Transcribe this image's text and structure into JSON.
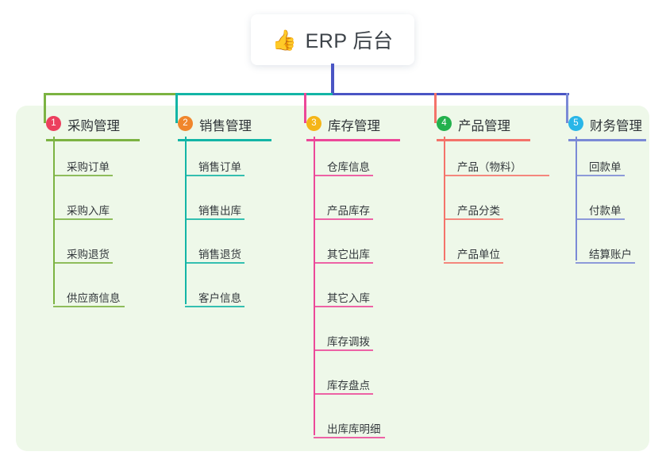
{
  "root": {
    "icon": "thumbs-up-icon",
    "emoji": "👍",
    "title": "ERP 后台"
  },
  "palette": {
    "panel_bg": "#eef8e9",
    "page_bg": "#ffffff",
    "root_text": "#3c4248",
    "trunk": "#4a55c4",
    "bus_green": "#7cb342",
    "bus_teal": "#13b5a6",
    "bus_blue": "#4a55c4"
  },
  "columns": [
    {
      "number": "1",
      "title": "采购管理",
      "badge_color": "#ec3f5e",
      "line_color": "#7cb342",
      "items": [
        "采购订单",
        "采购入库",
        "采购退货",
        "供应商信息"
      ]
    },
    {
      "number": "2",
      "title": "销售管理",
      "badge_color": "#f0862c",
      "line_color": "#13b5a6",
      "items": [
        "销售订单",
        "销售出库",
        "销售退货",
        "客户信息"
      ]
    },
    {
      "number": "3",
      "title": "库存管理",
      "badge_color": "#f5b518",
      "line_color": "#ec4899",
      "items": [
        "仓库信息",
        "产品库存",
        "其它出库",
        "其它入库",
        "库存调拨",
        "库存盘点",
        "出库库明细"
      ]
    },
    {
      "number": "4",
      "title": "产品管理",
      "badge_color": "#23b14d",
      "line_color": "#f4736a",
      "items": [
        "产品（物料）",
        "产品分类",
        "产品单位"
      ]
    },
    {
      "number": "5",
      "title": "财务管理",
      "badge_color": "#29b6e8",
      "line_color": "#7b8ad6",
      "items": [
        "回款单",
        "付款单",
        "结算账户"
      ]
    }
  ]
}
